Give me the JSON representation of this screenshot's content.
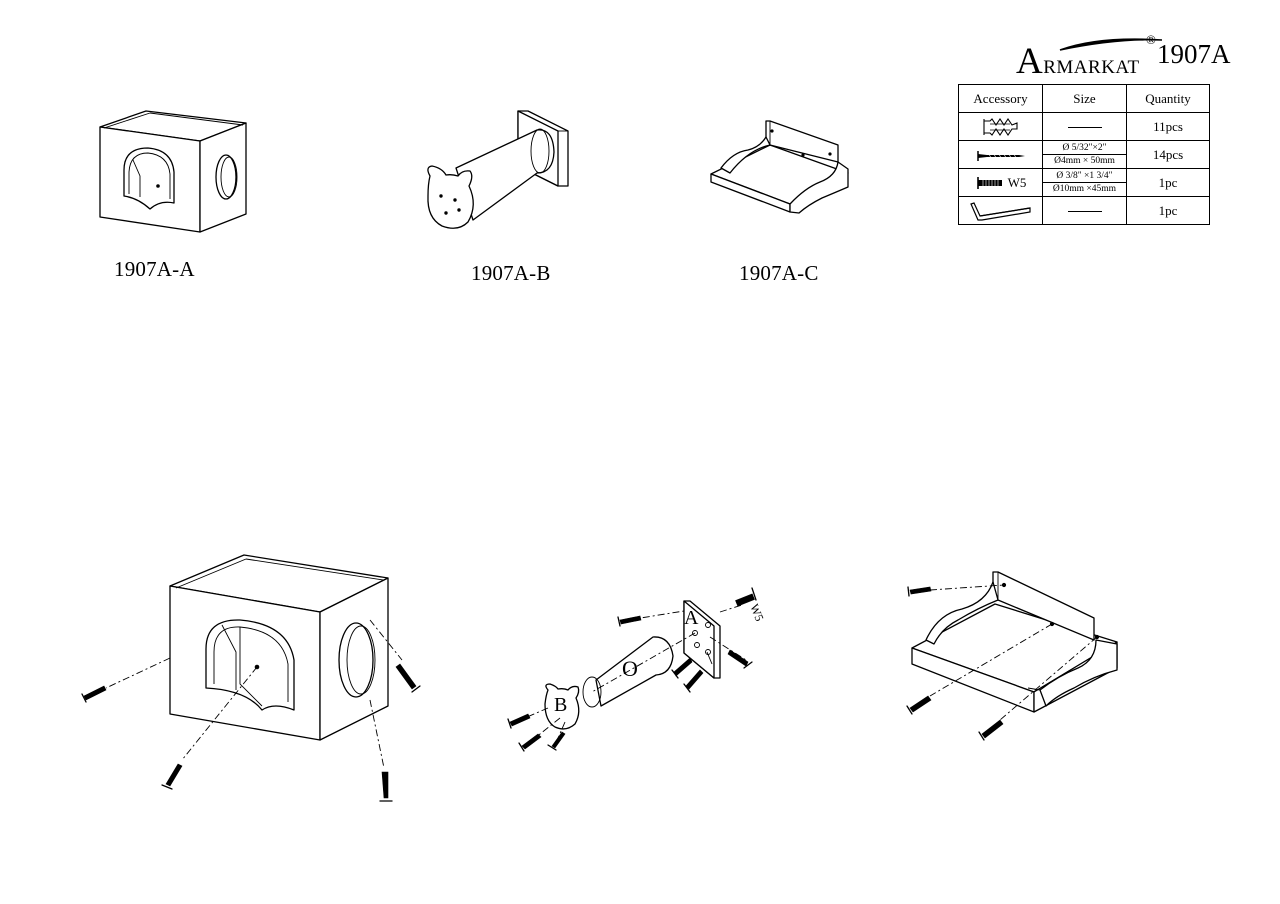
{
  "brand": {
    "initial": "A",
    "name_rest": "RMARKAT",
    "registered": "®",
    "model": "1907A"
  },
  "parts": [
    {
      "id": "1907A-A",
      "label": "1907A-A"
    },
    {
      "id": "1907A-B",
      "label": "1907A-B"
    },
    {
      "id": "1907A-C",
      "label": "1907A-C"
    }
  ],
  "accessories": {
    "headers": [
      "Accessory",
      "Size",
      "Quantity"
    ],
    "rows": [
      {
        "icon": "wall-anchor-icon",
        "size_lines": [],
        "quantity": "11pcs"
      },
      {
        "icon": "wood-screw-icon",
        "size_lines": [
          "Ø 5/32\"×2\"",
          "Ø4mm × 50mm"
        ],
        "quantity": "14pcs"
      },
      {
        "icon": "bolt-icon",
        "code": "W5",
        "size_lines": [
          "Ø 3/8\" ×1 3/4\"",
          "Ø10mm ×45mm"
        ],
        "quantity": "1pc"
      },
      {
        "icon": "allen-key-icon",
        "size_lines": [],
        "quantity": "1pc"
      }
    ]
  },
  "assembly": {
    "post_labels": {
      "plate": "A",
      "tube": "O",
      "cap": "B",
      "bolt": "W5"
    }
  }
}
